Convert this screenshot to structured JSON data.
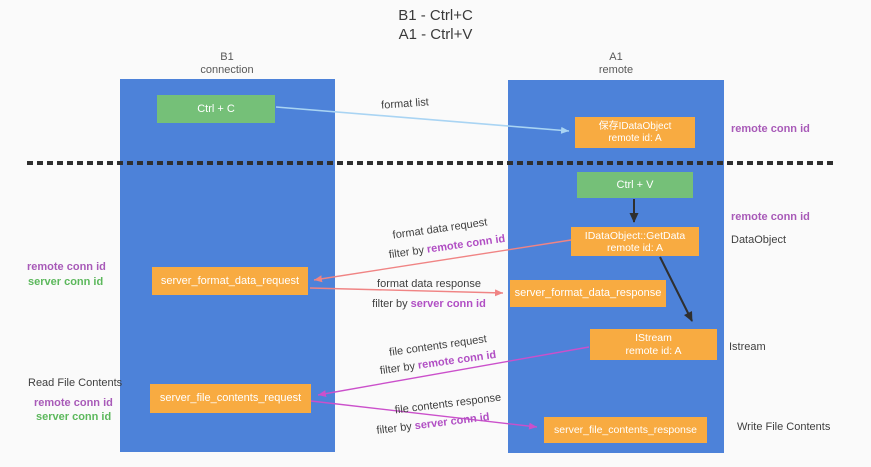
{
  "title": {
    "line1": "B1 - Ctrl+C",
    "line2": "A1 - Ctrl+V"
  },
  "lanes": {
    "left": {
      "name": "B1",
      "role": "connection"
    },
    "right": {
      "name": "A1",
      "role": "remote"
    }
  },
  "nodes": {
    "ctrl_c": {
      "label": "Ctrl + C"
    },
    "save_idataobject": {
      "line1": "保存IDataObject",
      "line2": "remote id: A"
    },
    "ctrl_v": {
      "label": "Ctrl + V"
    },
    "getdata": {
      "line1": "IDataObject::GetData",
      "line2": "remote id: A"
    },
    "format_request": {
      "label": "server_format_data_request"
    },
    "format_response": {
      "label": "server_format_data_response"
    },
    "istream": {
      "line1": "IStream",
      "line2": "remote id: A"
    },
    "file_request": {
      "label": "server_file_contents_request"
    },
    "file_response": {
      "label": "server_file_contents_response"
    }
  },
  "flow_labels": {
    "format_list": "format list",
    "format_request": {
      "text": "format data request",
      "filter_prefix": "filter by",
      "filter_key": "remote conn id"
    },
    "format_response": {
      "text": "format data response",
      "filter_prefix": "filter by",
      "filter_key": "server conn id"
    },
    "file_request": {
      "text": "file contents request",
      "filter_prefix": "filter by",
      "filter_key": "remote conn id"
    },
    "file_response": {
      "text": "file contents response",
      "filter_prefix": "filter by",
      "filter_key": "server conn id"
    }
  },
  "annotations": {
    "right_remote_conn_top": "remote conn id",
    "right_remote_conn_mid": "remote conn id",
    "right_dataobject": "DataObject",
    "right_istream": "Istream",
    "right_write_file_contents": "Write File Contents",
    "left_remote_conn_top": "remote conn id",
    "left_server_conn_top": "server conn id",
    "left_read_file_contents": "Read File Contents",
    "left_remote_conn_bottom": "remote conn id",
    "left_server_conn_bottom": "server conn id"
  },
  "colors": {
    "lane_blue": "#4d82d9",
    "node_green": "#75c078",
    "node_orange": "#f8ab41",
    "arrow_light_blue": "#a9d4f3",
    "arrow_salmon": "#f08484",
    "arrow_magenta": "#cb50cb",
    "arrow_black": "#2f2f2f",
    "remote_conn_purple": "#a85ab8",
    "server_conn_green": "#5cb85c",
    "filter_key_purple": "#b14fc4"
  }
}
